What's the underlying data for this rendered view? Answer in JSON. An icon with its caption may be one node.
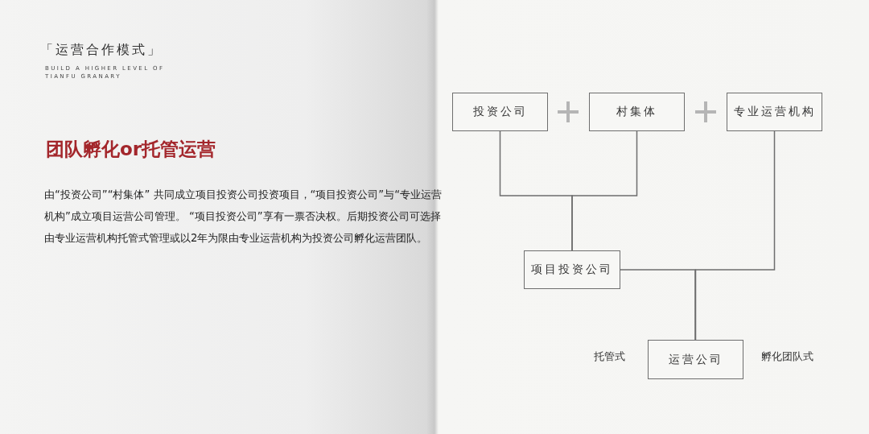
{
  "diagram": {
    "title": "「运营合作模式」",
    "nodes": [
      {
        "text": [
          "投资公司"
        ]
      },
      {
        "text": [
          "村集体"
        ]
      },
      {
        "text": [
          "专业运营机构"
        ]
      },
      {
        "text": [
          "项目投资公司"
        ]
      },
      {
        "text": [
          "运营公司"
        ],
        "beside": [
          "托管式",
          "孵化团队式"
        ]
      }
    ],
    "edges": [
      {
        "from": 0,
        "to": 3,
        "arrow": "none"
      },
      {
        "from": 1,
        "to": 3,
        "arrow": "none"
      },
      {
        "from": 2,
        "to": 4,
        "arrow": "none"
      },
      {
        "from": 3,
        "to": 4,
        "arrow": "none"
      }
    ],
    "labels": [
      "BUILD A HIGHER LEVEL OF TIANFU GRANARY",
      "团队孵化or托管运营",
      "由“投资公司”“村集体” 共同成立项目投资公司投资项目，“项目投资公司”与“专业运营机构”成立项目运营公司管理。 “项目投资公司”享有一票否决权。后期投资公司可选择由专业运营机构托管式管理或以2年为限由专业运营机构为投资公司孵化运营团队。"
    ]
  }
}
